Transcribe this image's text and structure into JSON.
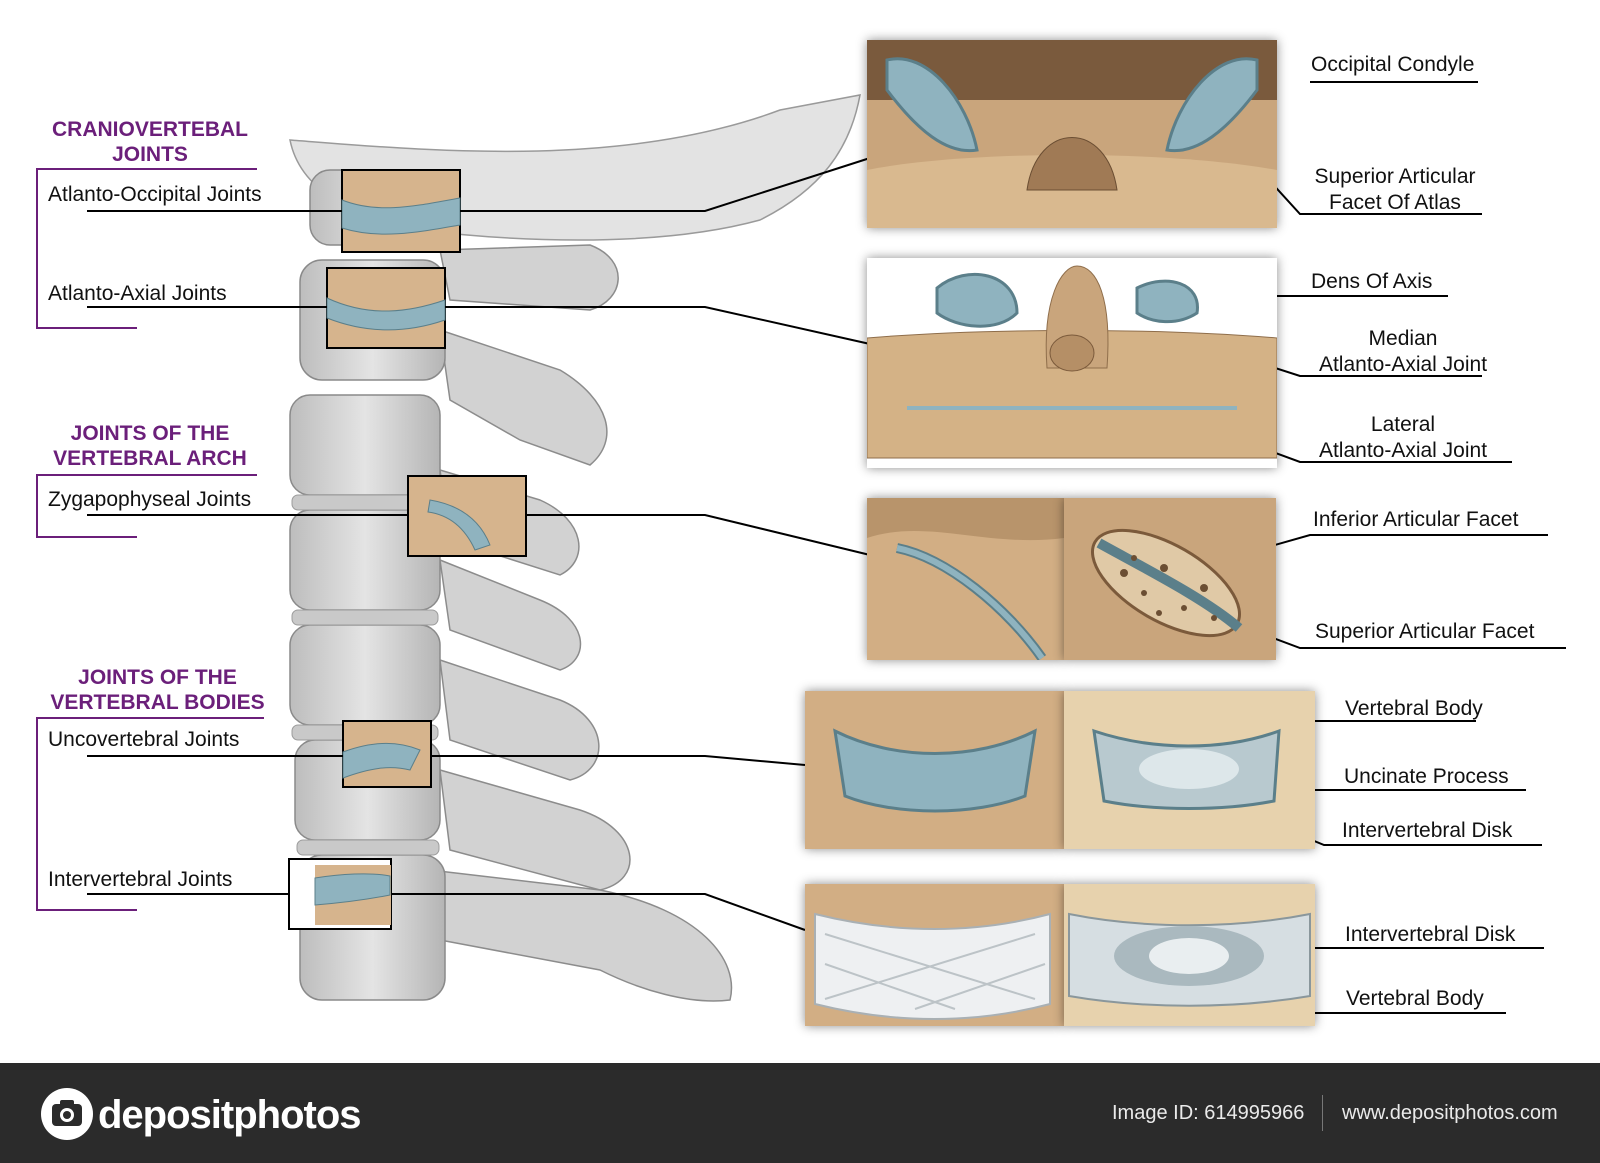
{
  "groups": {
    "craniovertebral": "CRANIOVERTEBAL\nJOINTS",
    "vertebral_arch": "JOINTS OF THE\nVERTEBRAL ARCH",
    "vertebral_bodies": "JOINTS OF THE\nVERTEBRAL BODIES"
  },
  "left_labels": {
    "atlanto_occipital": "Atlanto-Occipital Joints",
    "atlanto_axial": "Atlanto-Axial Joints",
    "zygapophyseal": "Zygapophyseal Joints",
    "uncovertebral": "Uncovertebral Joints",
    "intervertebral": "Intervertebral Joints"
  },
  "right_labels": {
    "occipital_condyle": "Occipital Condyle",
    "superior_facet_atlas": "Superior Articular\nFacet Of Atlas",
    "dens": "Dens Of Axis",
    "median_aa": "Median\nAtlanto-Axial Joint",
    "lateral_aa": "Lateral\nAtlanto-Axial Joint",
    "inferior_facet": "Inferior Articular Facet",
    "superior_facet": "Superior Articular Facet",
    "vertebral_body_1": "Vertebral Body",
    "uncinate": "Uncinate Process",
    "ivd_1": "Intervertebral Disk",
    "ivd_2": "Intervertebral Disk",
    "vertebral_body_2": "Vertebral Body"
  },
  "footer": {
    "brand": "depositphotos",
    "image_id": "Image ID: 614995966",
    "url": "www.depositphotos.com"
  },
  "colors": {
    "group_heading": "#6b1f7a",
    "bone_gray": "#d9d9d9",
    "bone_tan": "#c9a57c",
    "cartilage_blue": "#8fb3bf",
    "footer_bg": "#2b2b2b"
  }
}
